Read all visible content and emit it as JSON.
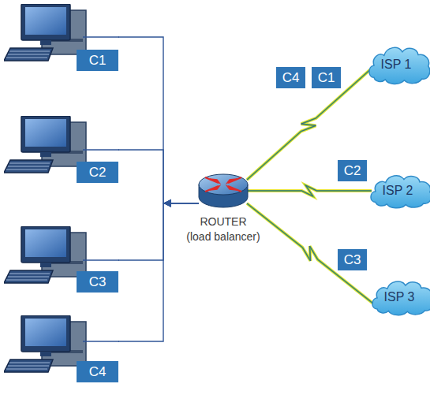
{
  "diagram": {
    "nodes": [
      {
        "text": [
          "C1"
        ]
      },
      {
        "text": [
          "C2"
        ]
      },
      {
        "text": [
          "C3"
        ]
      },
      {
        "text": [
          "C4"
        ]
      },
      {
        "text": [
          "ROUTER (load balancer)"
        ]
      },
      {
        "text": [
          "C4"
        ]
      },
      {
        "text": [
          "C1"
        ]
      },
      {
        "text": [
          "ISP 1"
        ]
      },
      {
        "text": [
          "C2"
        ]
      },
      {
        "text": [
          "ISP 2"
        ]
      },
      {
        "text": [
          "C3"
        ]
      },
      {
        "text": [
          "ISP 3"
        ]
      }
    ],
    "edges": [
      {
        "from": 4,
        "to": 0,
        "arrow": "to"
      },
      {
        "from": 4,
        "to": 1,
        "arrow": "to"
      },
      {
        "from": 4,
        "to": 2,
        "arrow": "to"
      },
      {
        "from": 4,
        "to": 3,
        "arrow": "to"
      },
      {
        "from": 4,
        "to": 7,
        "arrow": "none"
      },
      {
        "from": 4,
        "to": 9,
        "arrow": "none"
      },
      {
        "from": 4,
        "to": 11,
        "arrow": "none"
      }
    ]
  }
}
